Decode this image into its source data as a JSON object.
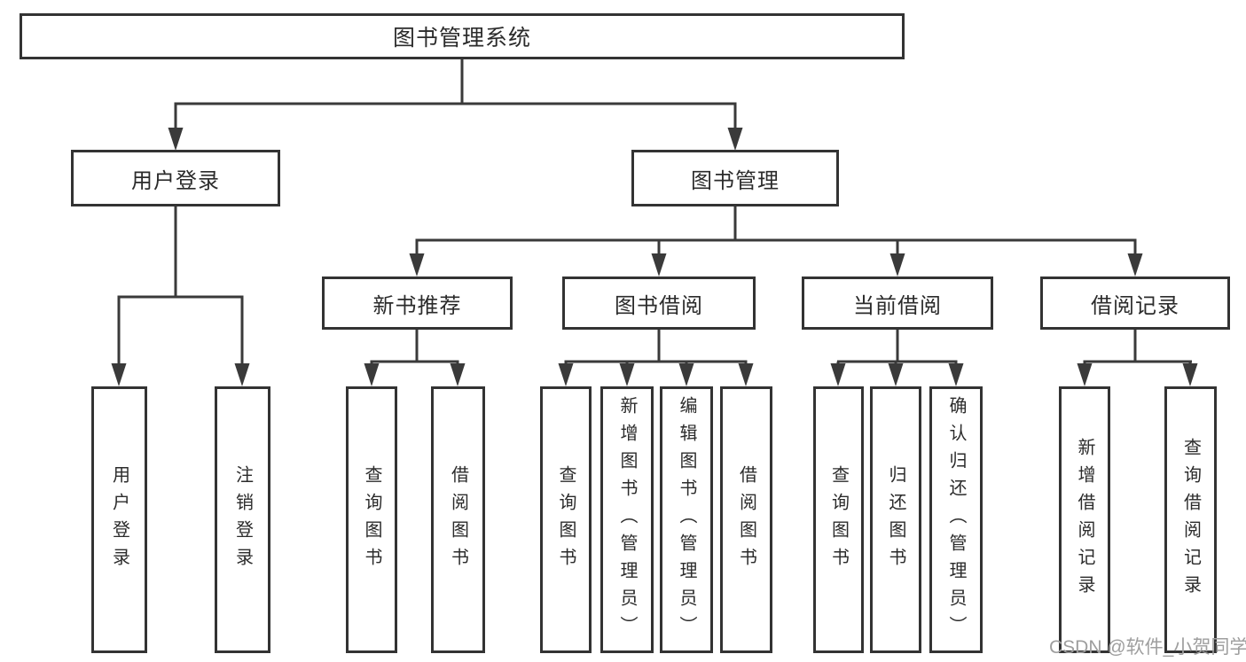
{
  "diagram": {
    "title": "图书管理系统",
    "root": {
      "label": "图书管理系统"
    },
    "level2": [
      {
        "label": "用户登录"
      },
      {
        "label": "图书管理"
      }
    ],
    "level3": [
      {
        "label": "新书推荐"
      },
      {
        "label": "图书借阅"
      },
      {
        "label": "当前借阅"
      },
      {
        "label": "借阅记录"
      }
    ],
    "leaves": [
      {
        "label": "用户登录"
      },
      {
        "label": "注销登录"
      },
      {
        "label": "查询图书"
      },
      {
        "label": "借阅图书"
      },
      {
        "label": "查询图书"
      },
      {
        "label": "新增图书（管理员）"
      },
      {
        "label": "编辑图书（管理员）"
      },
      {
        "label": "借阅图书"
      },
      {
        "label": "查询图书"
      },
      {
        "label": "归还图书"
      },
      {
        "label": "确认归还（管理员）"
      },
      {
        "label": "新增借阅记录"
      },
      {
        "label": "查询借阅记录"
      }
    ]
  },
  "watermark": {
    "text": "CSDN @软件_小贺同学"
  },
  "colors": {
    "line": "#3a3a3a",
    "box_border": "#333333",
    "box_fill": "#ffffff",
    "text": "#2b2b2b",
    "watermark": "#9e9e9e"
  }
}
